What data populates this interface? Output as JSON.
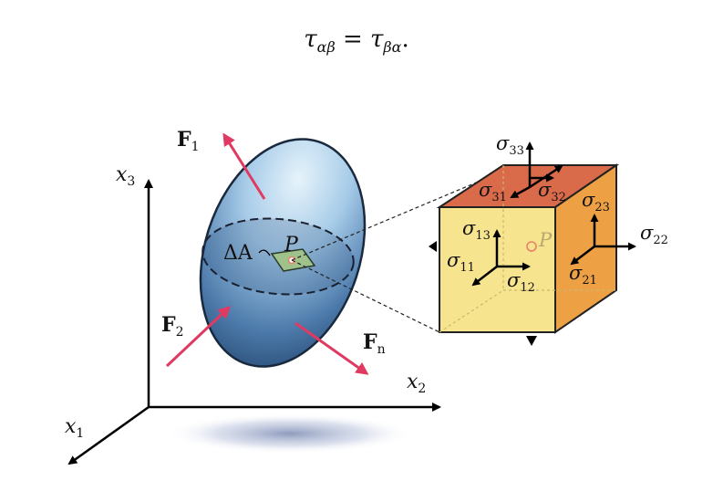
{
  "equation": {
    "lhs_symbol": "τ",
    "lhs_sub": "αβ",
    "equals": " = ",
    "rhs_symbol": "τ",
    "rhs_sub": "βα",
    "period": "."
  },
  "axes": {
    "x1": {
      "sym": "x",
      "sub": "1"
    },
    "x2": {
      "sym": "x",
      "sub": "2"
    },
    "x3": {
      "sym": "x",
      "sub": "3"
    }
  },
  "forces": {
    "f1": {
      "sym": "F",
      "sub": "1"
    },
    "f2": {
      "sym": "F",
      "sub": "2"
    },
    "fn": {
      "sym": "F",
      "sub": "n"
    }
  },
  "body_labels": {
    "delta_a": "ΔA",
    "point": "P"
  },
  "cube": {
    "point": "P",
    "stresses": {
      "s33": {
        "sym": "σ",
        "sub": "33"
      },
      "s31": {
        "sym": "σ",
        "sub": "31"
      },
      "s32": {
        "sym": "σ",
        "sub": "32"
      },
      "s13": {
        "sym": "σ",
        "sub": "13"
      },
      "s11": {
        "sym": "σ",
        "sub": "11"
      },
      "s12": {
        "sym": "σ",
        "sub": "12"
      },
      "s23": {
        "sym": "σ",
        "sub": "23"
      },
      "s22": {
        "sym": "σ",
        "sub": "22"
      },
      "s21": {
        "sym": "σ",
        "sub": "21"
      }
    }
  },
  "colors": {
    "force_arrow": "#e03a62",
    "body_light": "#cfe6f6",
    "body_dark": "#1d3d66",
    "cube_front": "#f7e48e",
    "cube_side": "#eea044",
    "cube_top": "#d96a4a",
    "patch": "#9fc28a",
    "point_marker": "#e8806a"
  }
}
